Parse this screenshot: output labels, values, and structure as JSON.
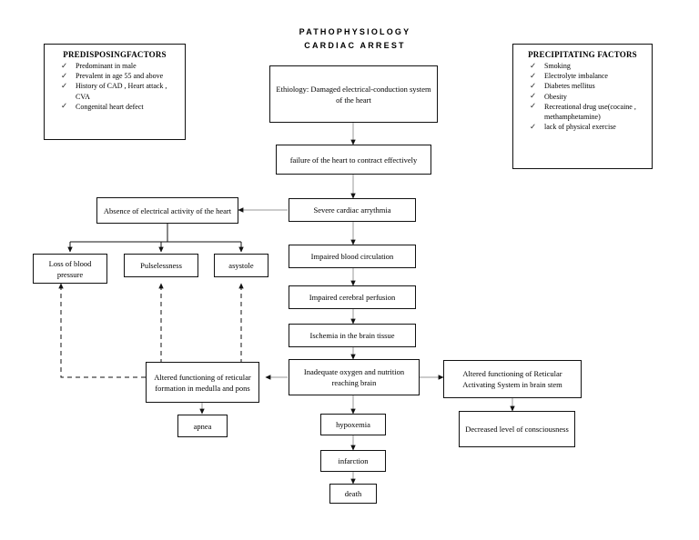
{
  "title": {
    "line1": "PATHOPHYSIOLOGY",
    "line2": "CARDIAC ARREST"
  },
  "predisposing": {
    "heading": "PREDISPOSINGFACTORS",
    "bullet_icon": "✓",
    "items": [
      "Predominant in male",
      "Prevalent in age 55 and above",
      "History of CAD , Heart attack , CVA",
      "Congenital heart defect"
    ]
  },
  "precipitating": {
    "heading": "PRECIPITATING FACTORS",
    "bullet_icon": "✓",
    "items": [
      "Smoking",
      "Electrolyte imbalance",
      "Diabetes mellitus",
      "Obesity",
      "Recreational drug use(cocaine , methamphetamine)",
      "lack of physical exercise"
    ]
  },
  "nodes": {
    "etiology": "Ethiology: Damaged electrical-conduction system of the heart",
    "failure": "failure of the heart to contract effectively",
    "arrythmia": "Severe cardiac arrythmia",
    "absence": "Absence of electrical activity of the heart",
    "loss_bp": "Loss of blood pressure",
    "pulselessness": "Pulselessness",
    "asystole": "asystole",
    "impaired_circulation": "Impaired blood circulation",
    "cerebral_perfusion": "Impaired cerebral perfusion",
    "ischemia": "Ischemia in the brain tissue",
    "inadequate_oxygen": "Inadequate oxygen and nutrition reaching brain",
    "reticular_formation": "Altered functioning of reticular formation in medulla and pons",
    "apnea": "apnea",
    "ras": "Altered functioning of Reticular Activating System in brain stem",
    "decreased_loc": "Decreased level of consciousness",
    "hypoxemia": "hypoxemia",
    "infarction": "infarction",
    "death": "death"
  },
  "colors": {
    "line": "#888888",
    "border": "#111111",
    "background": "#ffffff"
  }
}
